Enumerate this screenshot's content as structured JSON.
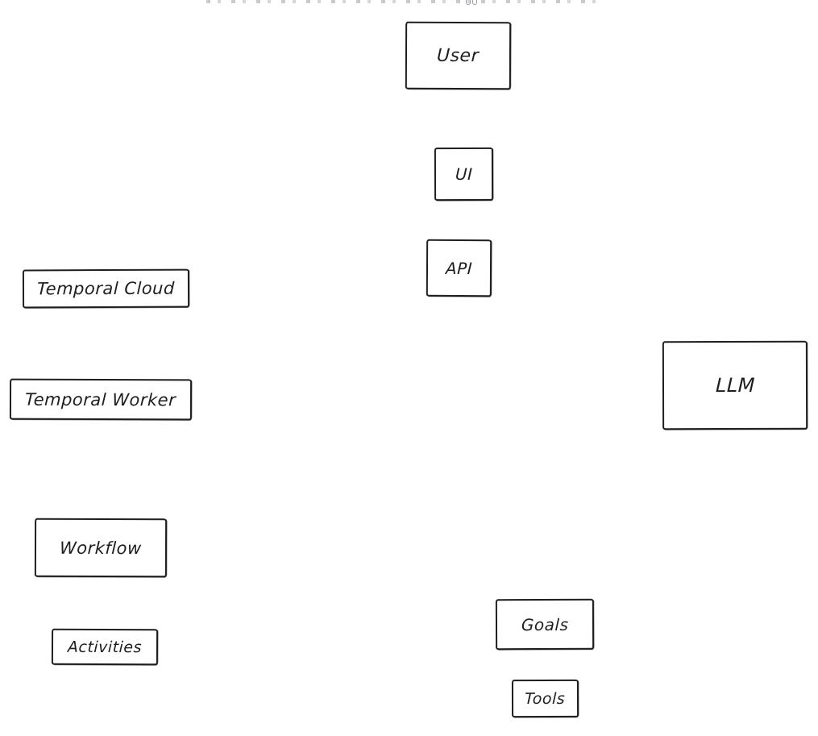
{
  "diagram": {
    "type": "whiteboard-sketch",
    "colors": {
      "stroke": "#1e1e1e",
      "fill": "#ffffff",
      "background": "#ffffff",
      "clipped_text_remnant": "#c0c0c4"
    },
    "top_edge": {
      "clipped_text_visible": true,
      "legible": false
    },
    "nodes": [
      {
        "id": "user",
        "label": "User"
      },
      {
        "id": "ui",
        "label": "UI"
      },
      {
        "id": "api",
        "label": "API"
      },
      {
        "id": "temporal-cloud",
        "label": "Temporal Cloud"
      },
      {
        "id": "temporal-worker",
        "label": "Temporal Worker"
      },
      {
        "id": "llm",
        "label": "LLM"
      },
      {
        "id": "workflow",
        "label": "Workflow"
      },
      {
        "id": "goals",
        "label": "Goals"
      },
      {
        "id": "activities",
        "label": "Activities"
      },
      {
        "id": "tools",
        "label": "Tools"
      }
    ],
    "edges": []
  }
}
